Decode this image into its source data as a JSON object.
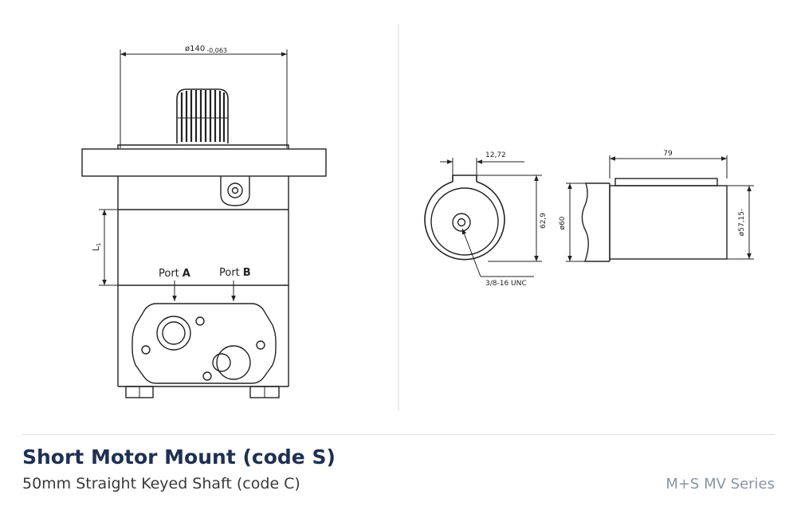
{
  "drawing": {
    "flange_diameter_label": "ø140",
    "flange_tolerance_label": "-0,063",
    "length_label": "L",
    "length_subscript": "1",
    "port_a_word": "Port",
    "port_a_letter": "A",
    "port_b_word": "Port",
    "port_b_letter": "B",
    "key_width_label": "12,72",
    "key_height_label": "62,9",
    "thread_label": "3/8-16 UNC",
    "shaft_length_label": "79",
    "shaft_base_diameter_label": "ø60",
    "shaft_diameter_label": "ø57,15-"
  },
  "caption": {
    "title": "Short Motor Mount (code S)",
    "subtitle": "50mm Straight Keyed Shaft (code C)",
    "series": "M+S MV Series"
  }
}
